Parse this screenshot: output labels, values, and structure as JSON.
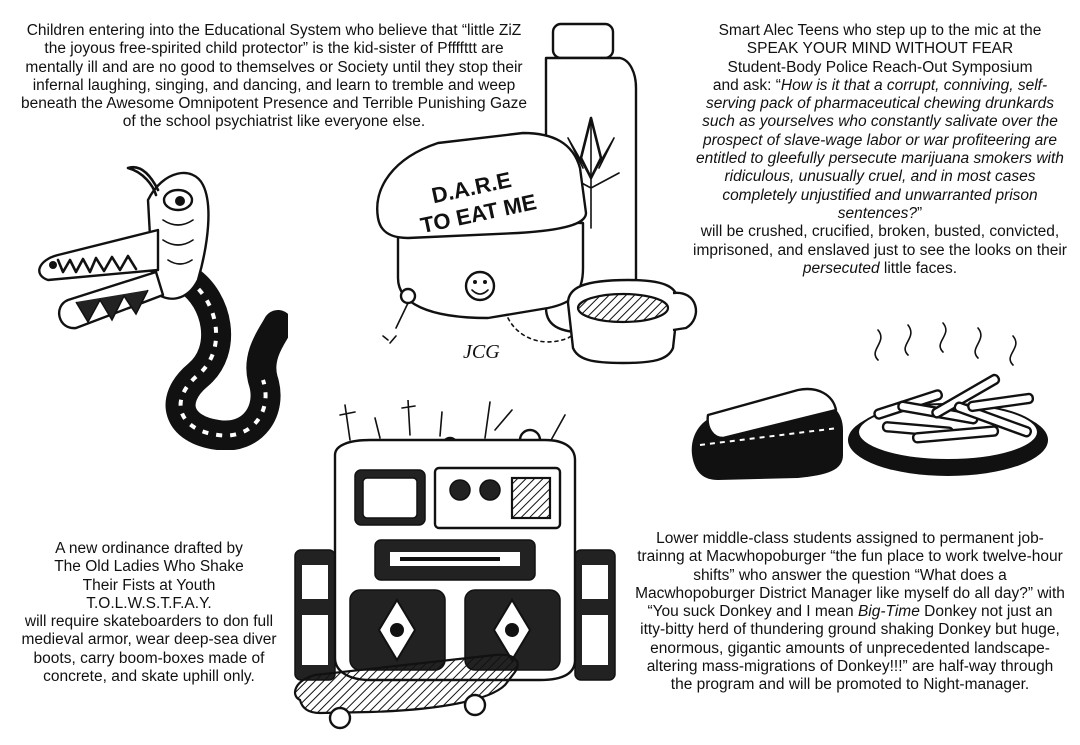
{
  "blocks": {
    "top_left": {
      "text": "Children entering into the Educational System who believe that “little ZiZ the joyous free-spirited child protector” is the kid-sister of Pffffttt are mentally ill and are no good to themselves or Society until they stop their infernal laughing, singing, and dancing, and learn to tremble and weep beneath the Awesome Omnipotent Presence and Terrible Punishing Gaze of the school psychiatrist like everyone else."
    },
    "top_right": {
      "intro": "Smart Alec Teens who step up to the mic at the",
      "event": "SPEAK YOUR MIND WITHOUT FEAR",
      "event_sub": "Student-Body Police Reach-Out Symposium",
      "ask": "and ask: “",
      "question": "How is it that a corrupt, conniving, self-serving pack of pharmaceutical chewing drunkards such as yourselves who constantly salivate over the prospect of slave-wage labor or war profiteering are entitled to gleefully persecute marijuana smokers with ridiculous, unusually cruel, and in most cases completely unjustified and unwarranted prison sentences?",
      "close_quote": "”",
      "consequence": "will be crushed, crucified, broken, busted, convicted, imprisoned, and enslaved just to see the looks on their ",
      "persecuted": "persecuted",
      "tail": " little faces."
    },
    "bottom_left": {
      "line1": "A new ordinance drafted by",
      "line2": "The Old Ladies Who Shake",
      "line3": "Their Fists at Youth",
      "line4": "T.O.L.W.S.T.F.A.Y.",
      "rest": "will require skateboarders to don full medieval armor, wear deep-sea diver boots, carry boom-boxes made of concrete, and skate uphill only."
    },
    "bottom_right": {
      "part1": "Lower middle-class students assigned to permanent job-trainng at Macwhopoburger “the fun place to work twelve-hour shifts” who answer the question “What does a Macwhopoburger District Manager like myself do all day?” with “You suck Donkey and I mean ",
      "big_time": "Big-Time",
      "part2": " Donkey not just an itty-bitty herd of thundering ground shaking Donkey but huge, enormous, gigantic amounts of unprecedented landscape-altering mass-migrations of Donkey!!!” are half-way through the program and will be promoted to Night-manager."
    }
  },
  "illustrations": {
    "lunchbox_lid_line1": "D.A.R.E",
    "lunchbox_lid_line2": "TO EAT ME",
    "scribble_signature": "JCG"
  }
}
